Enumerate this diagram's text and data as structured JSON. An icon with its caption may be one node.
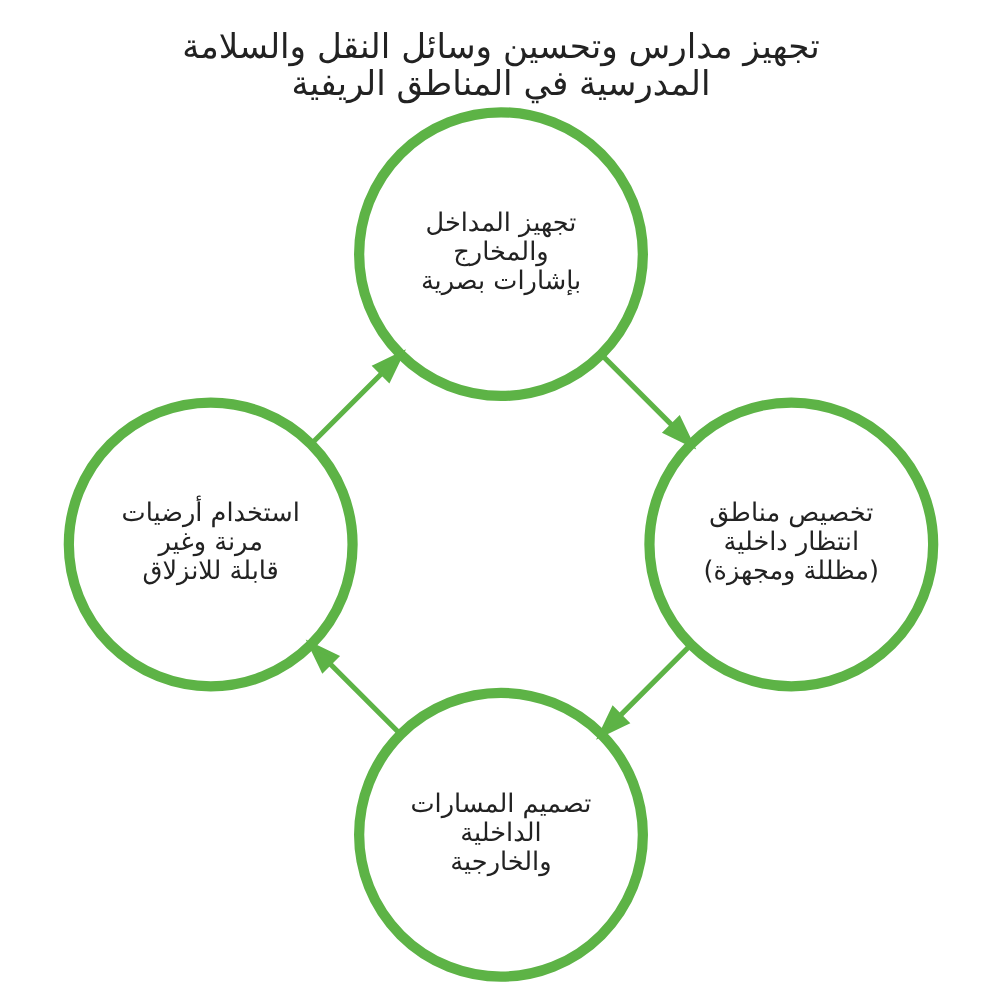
{
  "diagram": {
    "title": "تجهيز مدارس وتحسين وسائل النقل والسلامة المدرسية في المناطق الريفية",
    "nodes": [
      {
        "text": [
          "تصميم المسارات الداخلية والخارجية"
        ]
      },
      {
        "text": [
          "تخصيص مناطق انتظار داخلية (مظللة ومجهزة)"
        ]
      },
      {
        "text": [
          "استخدام أرضيات مرنة وغير قابلة للانزلاق"
        ]
      },
      {
        "text": [
          "تجهيز المداخل والمخارج بإشارات بصرية"
        ]
      }
    ],
    "edges": [
      {
        "from": 1,
        "to": 0,
        "arrow": "to"
      },
      {
        "from": 0,
        "to": 2,
        "arrow": "to"
      },
      {
        "from": 2,
        "to": 3,
        "arrow": "to"
      },
      {
        "from": 3,
        "to": 1,
        "arrow": "to"
      }
    ]
  }
}
